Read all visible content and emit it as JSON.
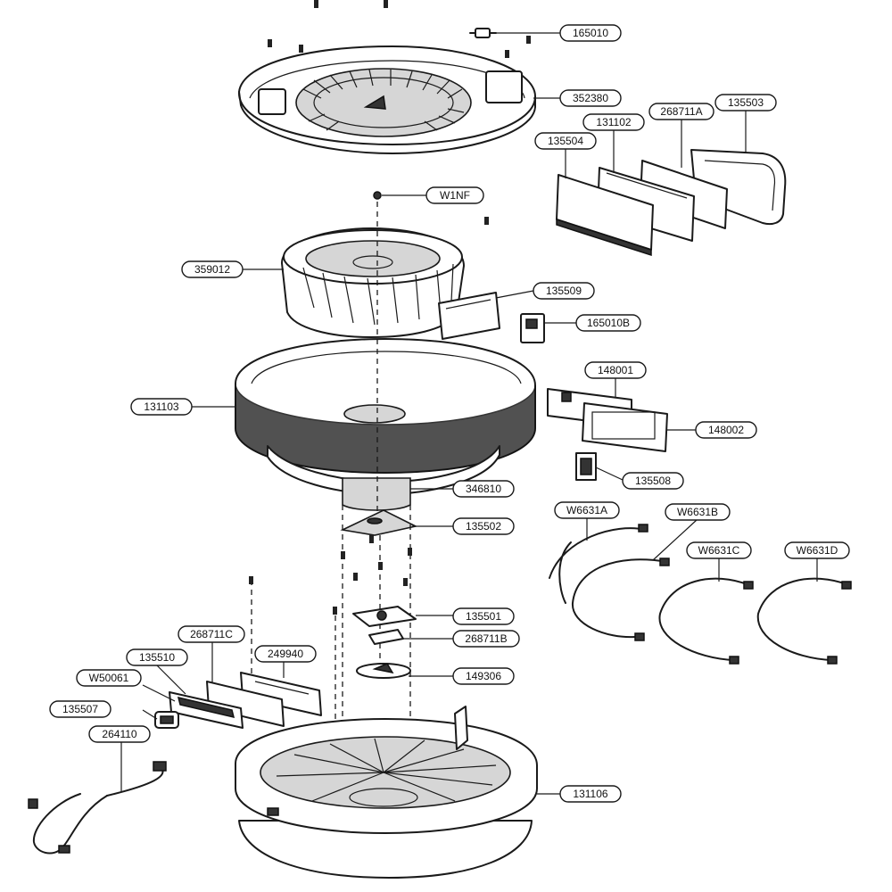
{
  "callouts": [
    {
      "id": "c165010",
      "label": "165010"
    },
    {
      "id": "c352380",
      "label": "352380"
    },
    {
      "id": "c131102",
      "label": "131102"
    },
    {
      "id": "c268711A",
      "label": "268711A"
    },
    {
      "id": "c135503",
      "label": "135503"
    },
    {
      "id": "c135504",
      "label": "135504"
    },
    {
      "id": "cW1NF",
      "label": "W1NF"
    },
    {
      "id": "c359012",
      "label": "359012"
    },
    {
      "id": "c135509",
      "label": "135509"
    },
    {
      "id": "c165010B",
      "label": "165010B"
    },
    {
      "id": "c148001",
      "label": "148001"
    },
    {
      "id": "c131103",
      "label": "131103"
    },
    {
      "id": "c148002",
      "label": "148002"
    },
    {
      "id": "c135508",
      "label": "135508"
    },
    {
      "id": "c346810",
      "label": "346810"
    },
    {
      "id": "c135502",
      "label": "135502"
    },
    {
      "id": "cW6631A",
      "label": "W6631A"
    },
    {
      "id": "cW6631B",
      "label": "W6631B"
    },
    {
      "id": "cW6631C",
      "label": "W6631C"
    },
    {
      "id": "cW6631D",
      "label": "W6631D"
    },
    {
      "id": "c135501",
      "label": "135501"
    },
    {
      "id": "c268711B",
      "label": "268711B"
    },
    {
      "id": "c268711C",
      "label": "268711C"
    },
    {
      "id": "c249940",
      "label": "249940"
    },
    {
      "id": "c135510",
      "label": "135510"
    },
    {
      "id": "c149306",
      "label": "149306"
    },
    {
      "id": "cW50061",
      "label": "W50061"
    },
    {
      "id": "c135507",
      "label": "135507"
    },
    {
      "id": "c264110",
      "label": "264110"
    },
    {
      "id": "c131106",
      "label": "131106"
    }
  ]
}
